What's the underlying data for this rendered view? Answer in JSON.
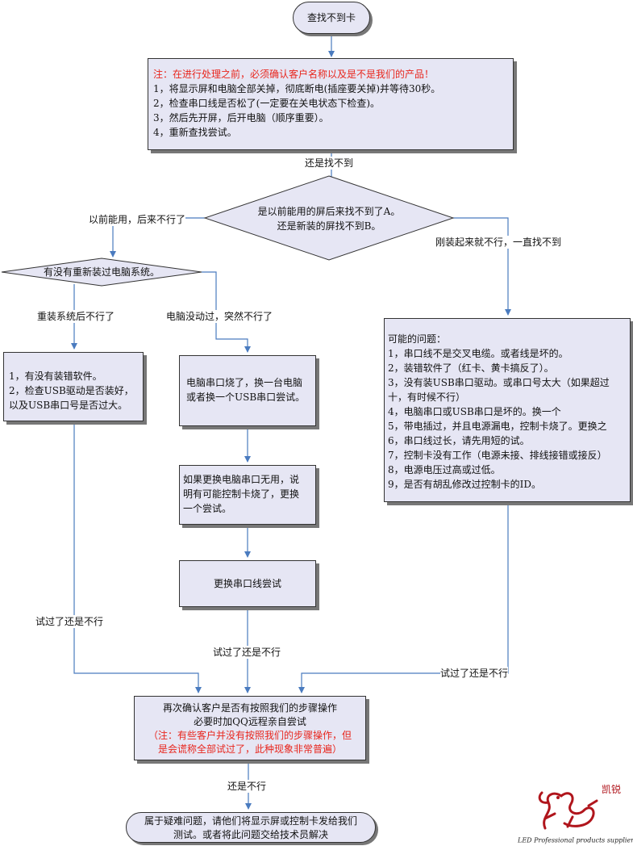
{
  "start": "查找不到卡",
  "intro": {
    "note": "注：在进行处理之前，必须确认客户名称以及是不是我们的产品！",
    "steps": [
      "1，将显示屏和电脑全部关掉，彻底断电(插座要关掉)并等待30秒。",
      "2，检查串口线是否松了(一定要在关电状态下检查)。",
      "3，然后先开屏，后开电脑（顺序重要）。",
      "4，重新查找尝试。"
    ]
  },
  "labels": {
    "still_not_found": "还是找不到",
    "used_to_work": "以前能用，后来不行了",
    "never_worked": "刚装起来就不行，一直找不到",
    "after_reinstall": "重装系统后不行了",
    "pc_unchanged": "电脑没动过，突然不行了",
    "tried_left": "试过了还是不行",
    "tried_middle": "试过了还是不行",
    "tried_right": "试过了还是不行",
    "still_fail": "还是不行"
  },
  "decision_main": {
    "line1": "是以前能用的屏后来找不到了A。",
    "line2": "还是新装的屏找不到B。"
  },
  "decision_left": {
    "text": "有没有重新装过电脑系统。"
  },
  "box_software": [
    "1，有没有装错软件。",
    "2，检查USB驱动是否装好，",
    "以及USB串口号是否过大。"
  ],
  "box_port": [
    "电脑串口烧了，换一台电脑",
    "或者换一个USB串口尝试。"
  ],
  "box_card": [
    "如果更换电脑串口无用，说",
    "明有可能控制卡烧了，更换",
    "一个尝试。"
  ],
  "box_cable": "更换串口线尝试",
  "problems": {
    "title": "可能的问题：",
    "items": [
      "1，串口线不是交叉电缆。或者线是坏的。",
      "2，装错软件了（红卡、黄卡搞反了）。",
      "3，没有装USB串口驱动。或串口号太大（如果超过",
      "十，有时候不行）",
      "4，电脑串口或USB串口是坏的。换一个",
      "5，带电插过，并且电源漏电，控制卡烧了。更换之",
      "6，串口线过长，请先用短的试。",
      "7，控制卡没有工作（电源未接、排线接错或接反）",
      "8，电源电压过高或过低。",
      "9，是否有胡乱修改过控制卡的ID。"
    ]
  },
  "confirm": {
    "line1": "再次确认客户是否有按照我们的步骤操作",
    "line2": "必要时加QQ远程亲自尝试",
    "note1": "（注：有些客户并没有按照我们的步骤操作，但",
    "note2": "是会谎称全部试过了，此种现象非常普遍）"
  },
  "end": [
    "属于疑难问题，请他们将显示屏或控制卡发给我们",
    "测试。或者将此问题交给技术员解决"
  ],
  "logo": {
    "caption": "LED Professional products suppliers",
    "mark": "®",
    "seal_text": "凯锐"
  },
  "colors": {
    "box_fill": "#e6e6f4",
    "line": "#4a7bbf",
    "note_red": "#e8261d",
    "logo_red": "#b0151c"
  }
}
